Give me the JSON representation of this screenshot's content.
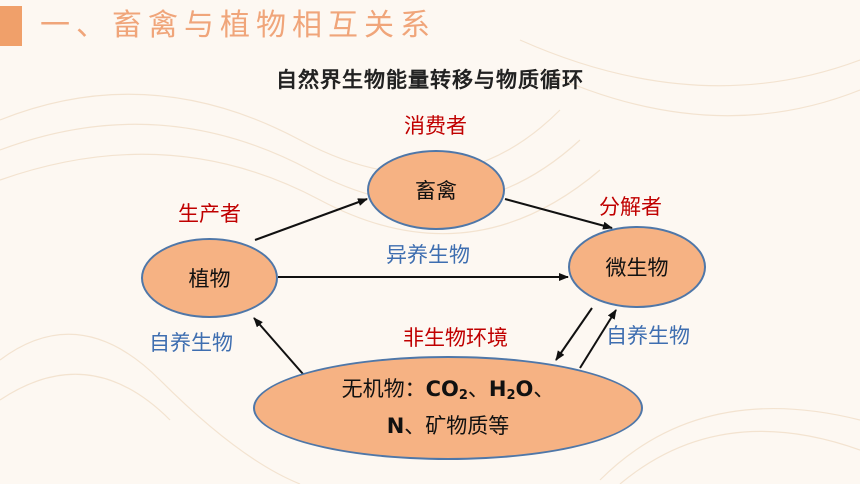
{
  "header": {
    "title": "一、畜禽与植物相互关系"
  },
  "diagram": {
    "title": "自然界生物能量转移与物质循环",
    "nodes": {
      "livestock": "畜禽",
      "plant": "植物",
      "microbe": "微生物"
    },
    "environment": {
      "prefix": "无机物：",
      "co2": "CO",
      "co2_sub": "2",
      "sep1": "、",
      "h2o_h": "H",
      "h2o_sub": "2",
      "h2o_o": "O",
      "sep2": "、",
      "n": "N",
      "suffix": "、矿物质等"
    },
    "labels": {
      "consumer": "消费者",
      "producer": "生产者",
      "decomposer": "分解者",
      "heterotroph": "异养生物",
      "autotroph_left": "自养生物",
      "autotroph_right": "自养生物",
      "non_living_env": "非生物环境"
    }
  },
  "colors": {
    "accent": "#f0a06a",
    "node_fill": "#f6b283",
    "node_border": "#4f77a8",
    "role_label": "#c00000",
    "type_label": "#3e6eb0"
  }
}
